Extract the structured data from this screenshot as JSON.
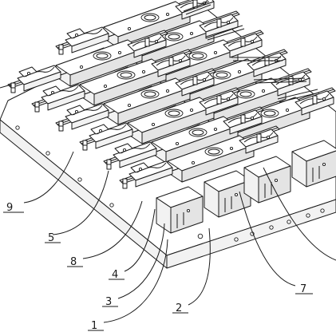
{
  "diagram": {
    "callouts": [
      {
        "id": "c9",
        "text": "9"
      },
      {
        "id": "c5",
        "text": "5"
      },
      {
        "id": "c8",
        "text": "8"
      },
      {
        "id": "c4",
        "text": "4"
      },
      {
        "id": "c3",
        "text": "3"
      },
      {
        "id": "c2",
        "text": "2"
      },
      {
        "id": "c1",
        "text": "1"
      },
      {
        "id": "c7",
        "text": "7"
      }
    ]
  }
}
